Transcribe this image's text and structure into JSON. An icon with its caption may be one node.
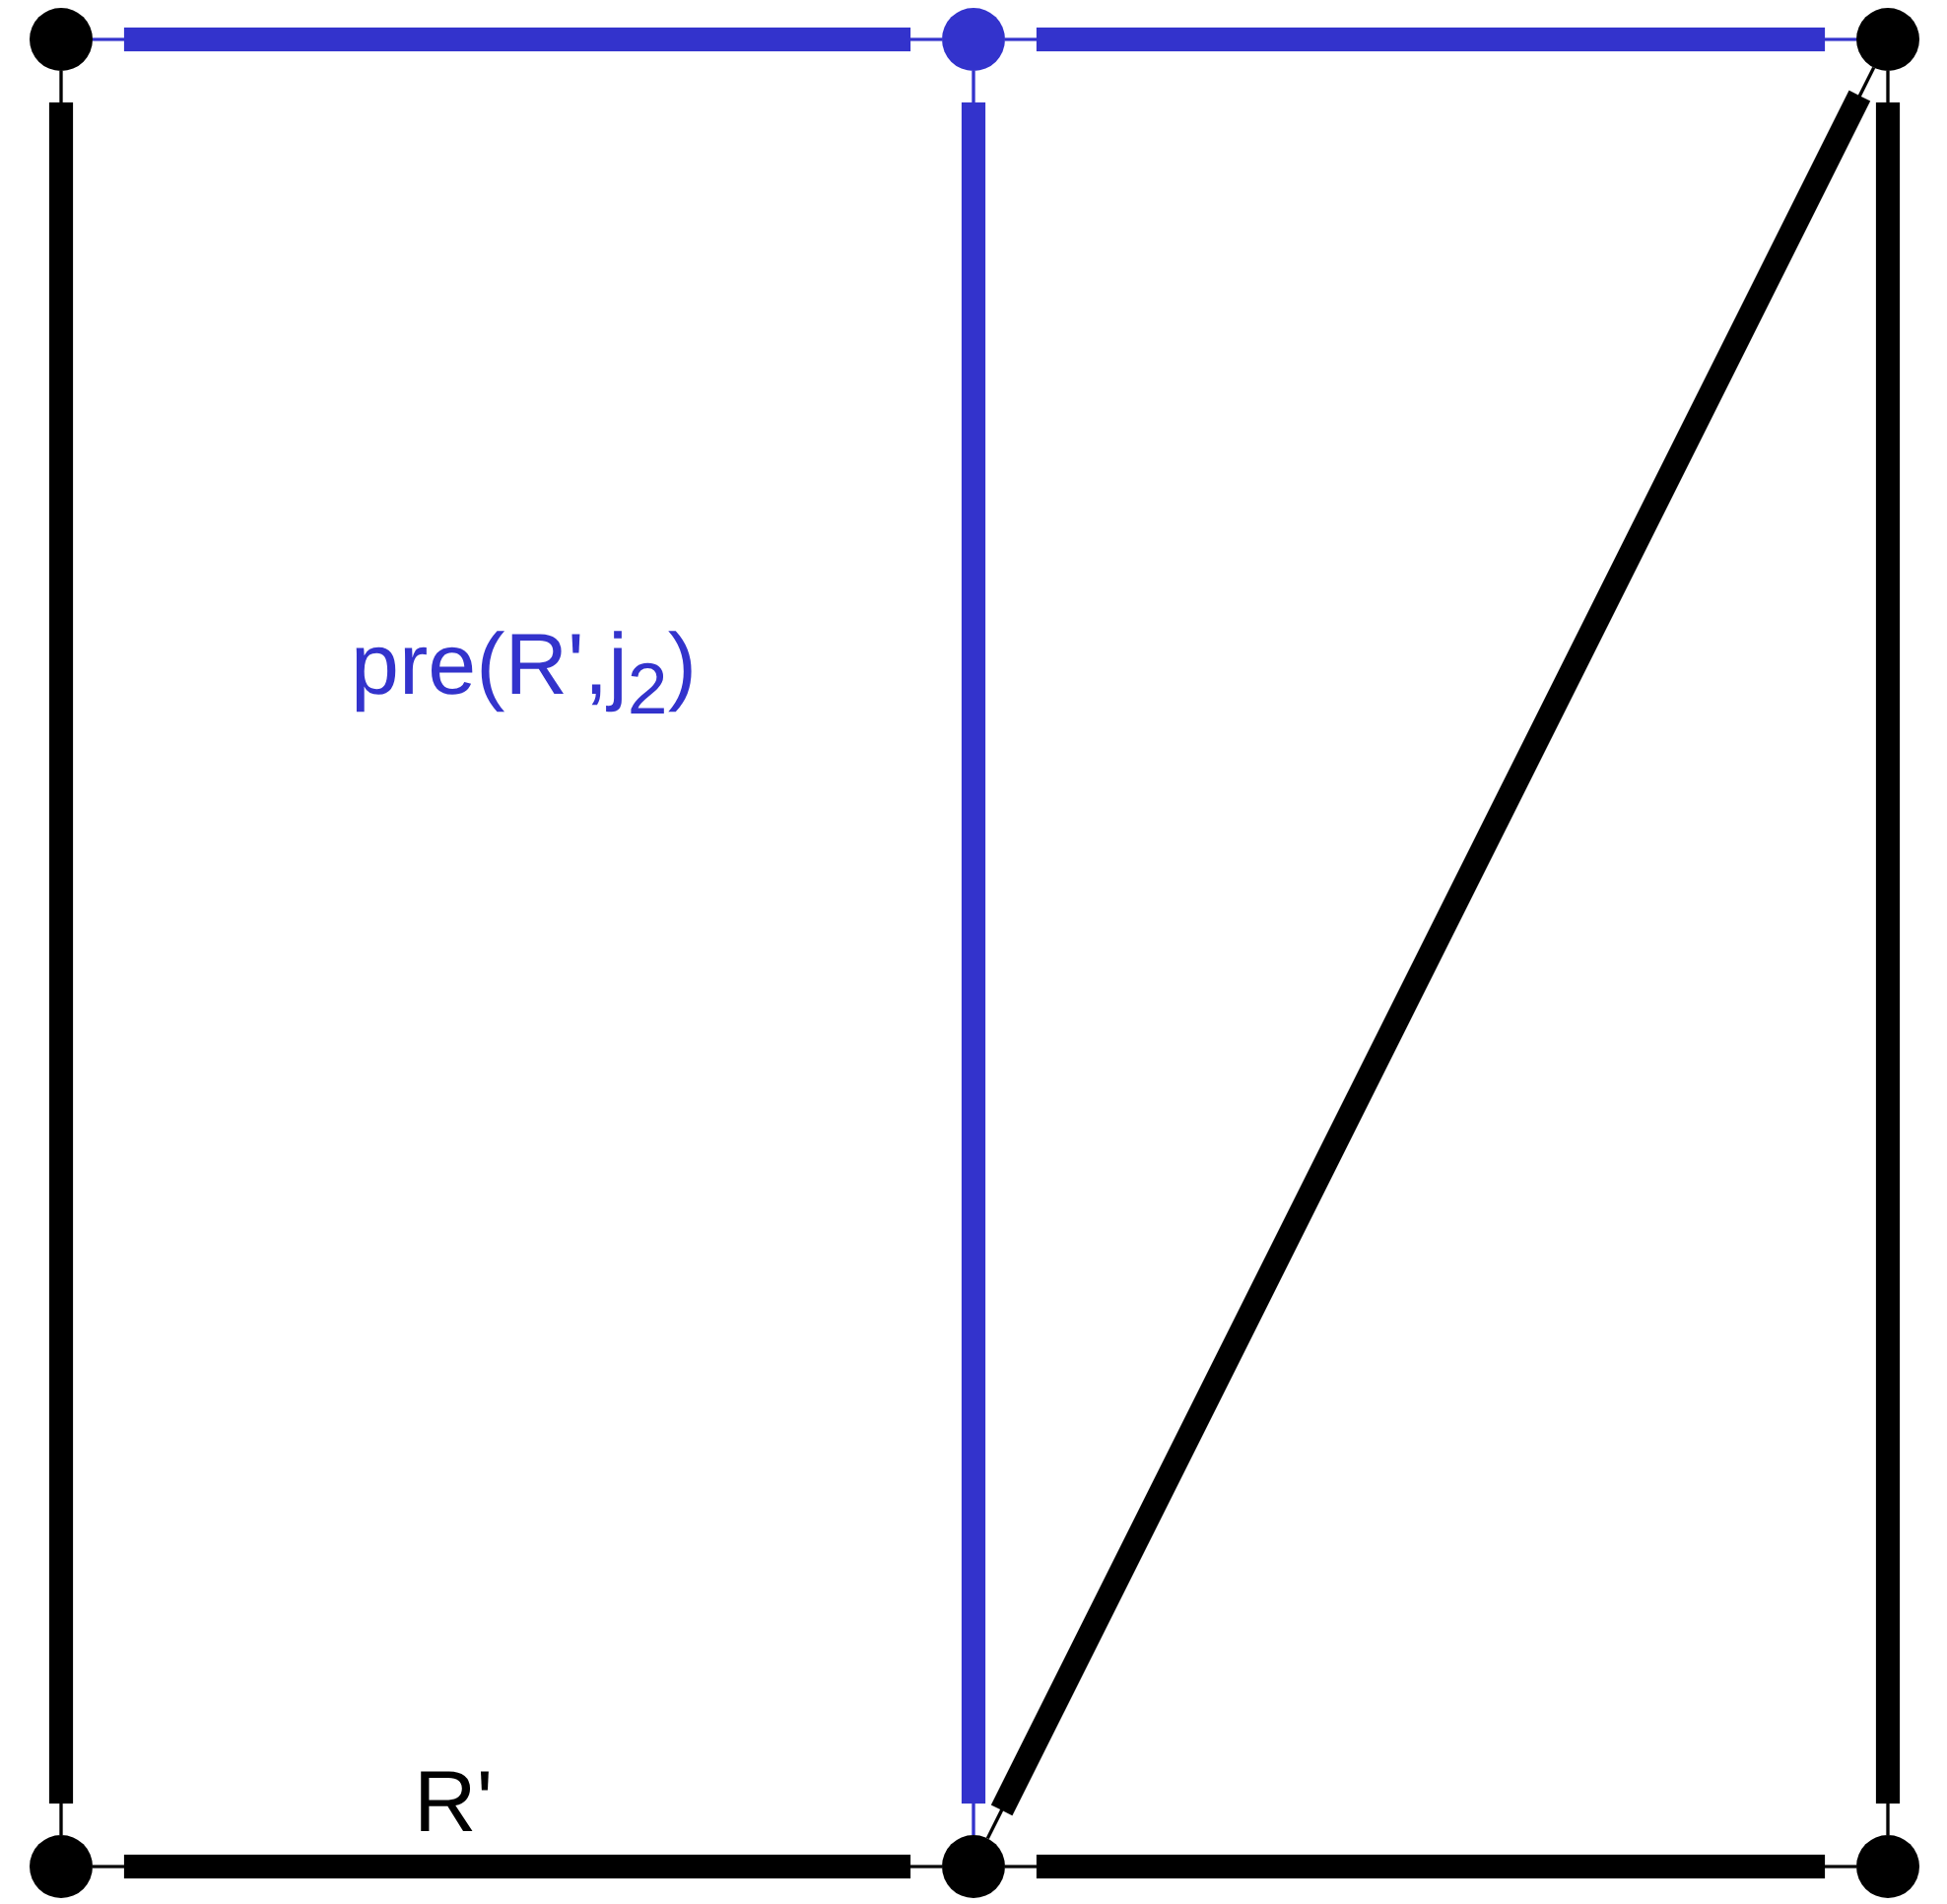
{
  "diagram": {
    "nodes": [
      {
        "text": [],
        "shape": "circle"
      },
      {
        "text": [],
        "shape": "circle"
      },
      {
        "text": [],
        "shape": "circle"
      },
      {
        "text": [],
        "shape": "circle"
      },
      {
        "text": [],
        "shape": "circle"
      },
      {
        "text": [],
        "shape": "circle"
      }
    ],
    "edges": [
      {
        "from": 0,
        "to": 1,
        "arrow": "none",
        "color": "#3333cc"
      },
      {
        "from": 1,
        "to": 2,
        "arrow": "none",
        "color": "#3333cc"
      },
      {
        "from": 0,
        "to": 3,
        "arrow": "none"
      },
      {
        "from": 1,
        "to": 4,
        "arrow": "none",
        "color": "#3333cc"
      },
      {
        "from": 2,
        "to": 5,
        "arrow": "none"
      },
      {
        "from": 4,
        "to": 2,
        "arrow": "none"
      },
      {
        "from": 3,
        "to": 4,
        "arrow": "none"
      },
      {
        "from": 4,
        "to": 5,
        "arrow": "none"
      }
    ],
    "labels": [
      "pre(R',j$_{2}$)",
      "R'"
    ]
  }
}
